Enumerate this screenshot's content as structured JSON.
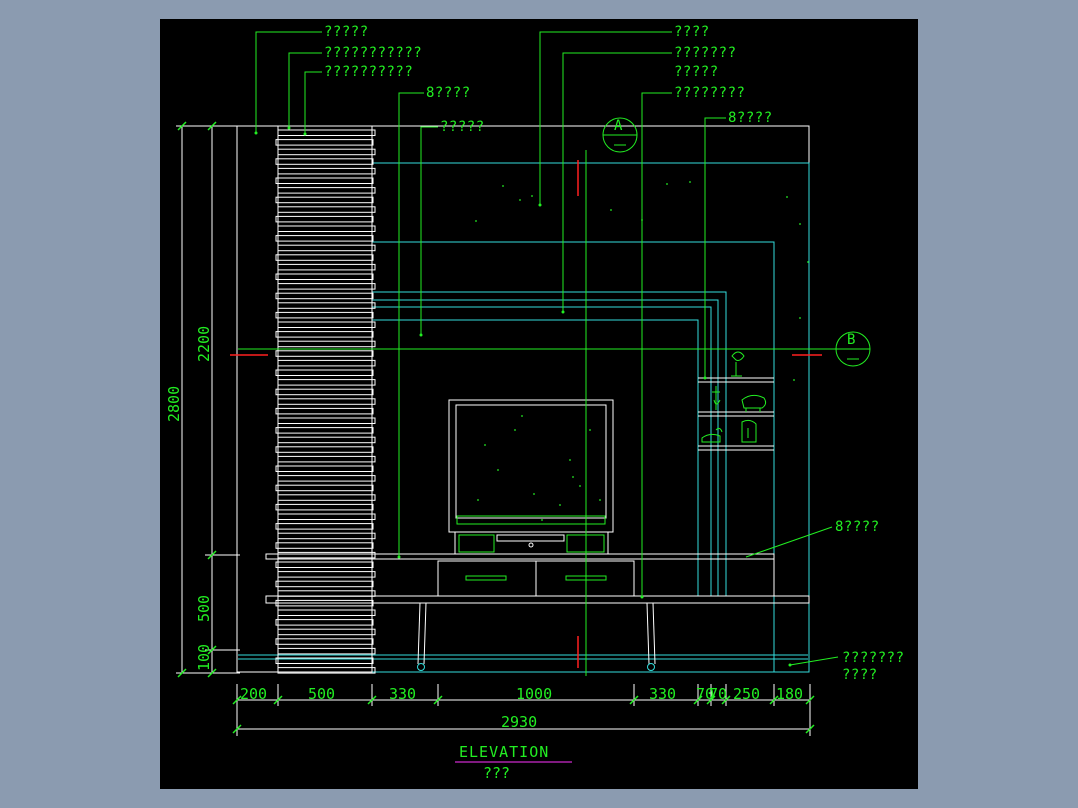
{
  "colors": {
    "canvas": "#000000",
    "frame": "#8b9bb0",
    "line": "#22ee22",
    "object": "#33dddd",
    "white": "#ffffff",
    "red": "#ff2020",
    "magenta": "#ff33ff"
  },
  "labels": {
    "l1": "?????",
    "l2": "???????????",
    "l3": "??????????",
    "l4": "8????",
    "l5": "?????",
    "l6": "????",
    "l7": "???????",
    "l8": "?????",
    "l9": "????????",
    "l10": "8????",
    "l11": "8????",
    "l12a": "???????",
    "l12b": "????"
  },
  "section_marks": {
    "a": "A",
    "b": "B"
  },
  "dimensions": {
    "horizontal": [
      "200",
      "500",
      "330",
      "1000",
      "330",
      "70",
      "70",
      "250",
      "180"
    ],
    "total": "2930",
    "vertical_outer": "2800",
    "vertical_inner": [
      "2200",
      "500",
      "100"
    ]
  },
  "title": {
    "main": "ELEVATION",
    "sub": "???"
  }
}
